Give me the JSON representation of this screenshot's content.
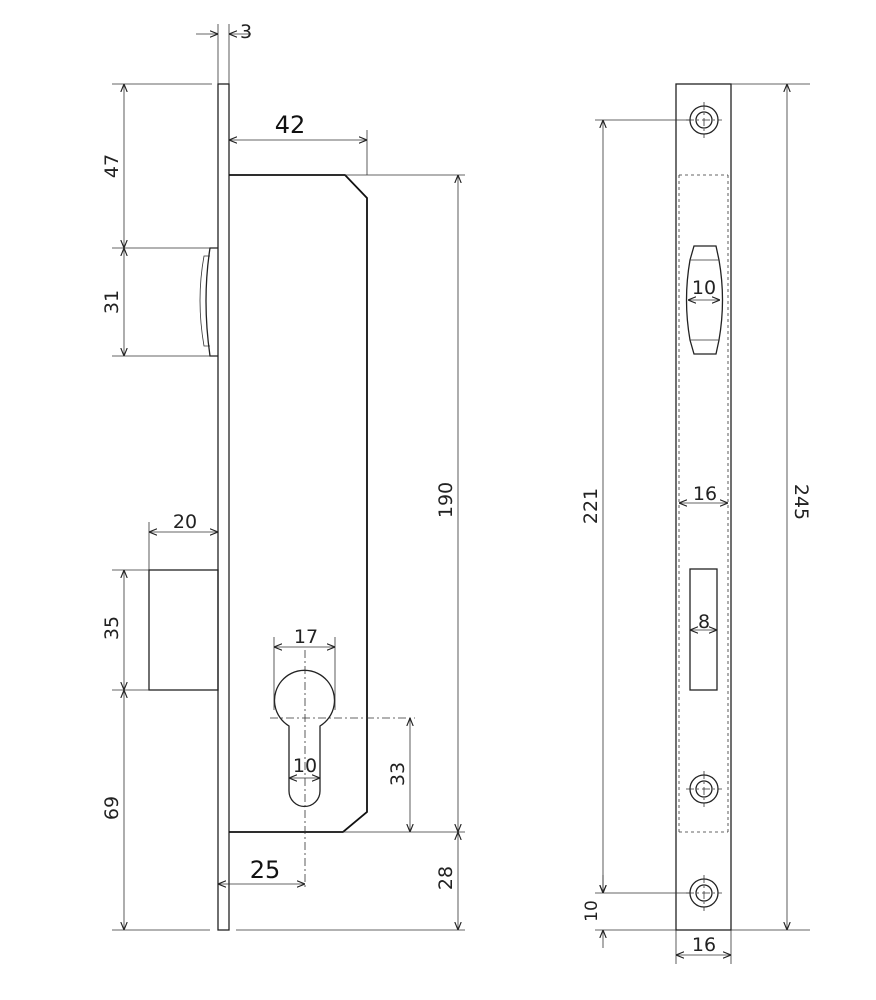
{
  "dimensions": {
    "faceplate_thickness": "3",
    "top_to_latch": "47",
    "latch_height": "31",
    "backset_width": "42",
    "case_height": "190",
    "bolt_throw": "20",
    "bolt_height": "35",
    "bottom_to_bolt": "69",
    "cylinder_width": "17",
    "cylinder_bottom": "10",
    "cylinder_center_to_case_bottom": "33",
    "backset": "25",
    "case_bottom_to_plate_end": "28",
    "screw_spacing": "221",
    "latch_slot_width": "10",
    "plate_inner_width": "16",
    "plate_length": "245",
    "bolt_slot_width": "8",
    "screw_offset": "10",
    "plate_width": "16"
  }
}
